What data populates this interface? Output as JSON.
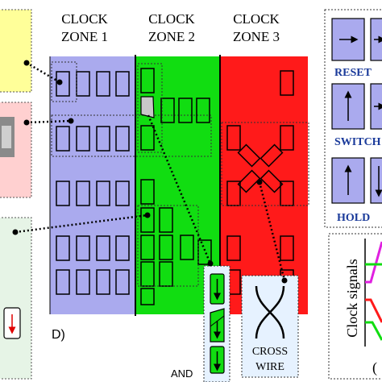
{
  "zones": [
    {
      "line1": "CLOCK",
      "line2": "ZONE 1",
      "color": "#aaaaee"
    },
    {
      "line1": "CLOCK",
      "line2": "ZONE 2",
      "color": "#11dd11"
    },
    {
      "line1": "CLOCK",
      "line2": "ZONE 3",
      "color": "#ff1a1a"
    }
  ],
  "panel_label": "D)",
  "crosswire": {
    "line1": "CROSS",
    "line2": "WIRE"
  },
  "and_label": "AND",
  "legend": {
    "reset": "RESET",
    "switch": "SWITCH",
    "hold": "HOLD"
  },
  "clock_axis_label": "Clock signals",
  "clock_caption": "(",
  "colors": {
    "yellow_box": "#ffff99",
    "pink_box": "#ffd0d0",
    "green_box": "#e6f4e6",
    "legend_blue": "#aaaaee",
    "title_blue": "#1a3a9a",
    "green_signal": "#11dd11",
    "red_signal": "#ff1a1a",
    "magenta_signal": "#e020e0"
  },
  "icons": [
    "arrow-right-icon",
    "arrow-up-icon",
    "arrow-down-icon"
  ]
}
